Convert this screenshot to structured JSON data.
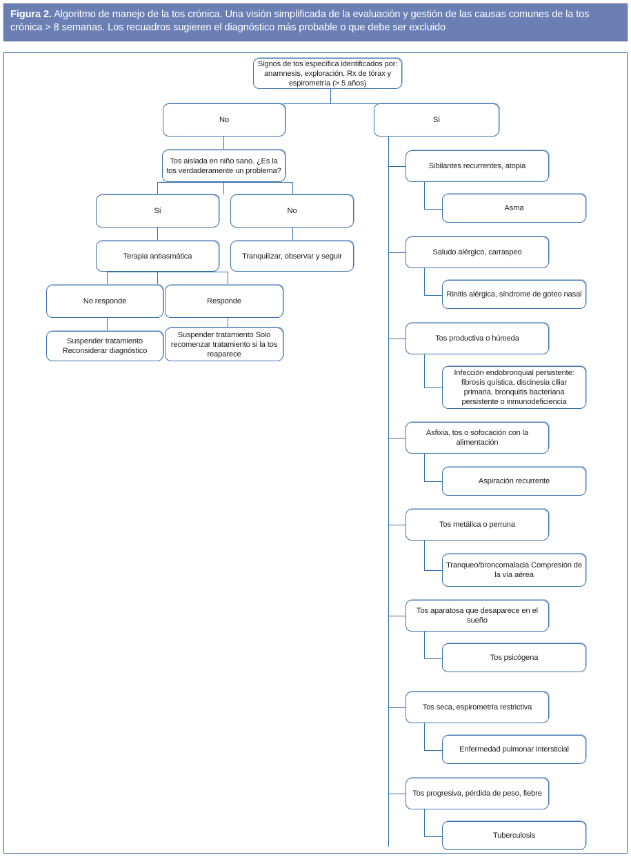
{
  "caption": {
    "figure_label": "Figura 2.",
    "text": " Algoritmo de manejo de la tos crónica. Una visión simplificada de la evaluación y gestión de las causas comunes de la tos crónica > 8 semanas. Los recuadros sugieren el diagnóstico más probable o que debe ser excluido"
  },
  "colors": {
    "header_band": "#6c7fb5",
    "header_text": "#ffffff",
    "node_border": "#3a6fae",
    "connector": "#2f6fb0",
    "frame_border": "#2f5fa0",
    "node_shadow": "#a9c2de"
  },
  "chart_data": {
    "type": "diagram",
    "title": "Algoritmo de manejo de la tos crónica",
    "root": "Signos de tos específica identificados por: anamnesis, exploración, Rx de tórax y espirometría (> 5 años)",
    "branches": [
      "No",
      "Sí"
    ]
  },
  "nodes": {
    "root": "Signos de tos específica identificados por: anamnesis, exploración, Rx de tórax y espirometría (> 5 años)",
    "branch_no": "No",
    "branch_si": "Sí",
    "isolated_cough": "Tos aislada en niño sano. ¿Es la tos verdaderamente un problema?",
    "isolated_yes": "Sí",
    "isolated_no": "No",
    "antiasthma_therapy": "Terapia antiasmática",
    "reassure": "Tranquilizar, observar y seguir",
    "no_response": "No responde",
    "response": "Responde",
    "stop_reconsider": "Suspender tratamiento Reconsiderar diagnóstico",
    "stop_restart": "Suspender tratamiento Solo recomenzar tratamiento si la tos reaparece"
  },
  "right_branch": [
    {
      "sign": "Sibilantes recurrentes, atopia",
      "diagnosis": "Asma"
    },
    {
      "sign": "Saludo alérgico, carraspeo",
      "diagnosis": "Rinitis alérgica, síndrome de goteo nasal"
    },
    {
      "sign": "Tos productiva o húmeda",
      "diagnosis": "Infección endobronquial persistente: fibrosis quística, discinesia ciliar primaria, bronquitis bacteriana persistente o inmunodeficiencia"
    },
    {
      "sign": "Asfixia, tos o sofocación con la alimentación",
      "diagnosis": "Aspiración recurrente"
    },
    {
      "sign": "Tos metálica o perruna",
      "diagnosis": "Tranqueo/broncomalacia Compresión de la vía aérea"
    },
    {
      "sign": "Tos aparatosa que desaparece en el sueño",
      "diagnosis": "Tos psicógena"
    },
    {
      "sign": "Tos seca, espirometría restrictiva",
      "diagnosis": "Enfermedad pulmonar intersticial"
    },
    {
      "sign": "Tos progresiva, pérdida de peso, fiebre",
      "diagnosis": "Tuberculosis"
    }
  ]
}
